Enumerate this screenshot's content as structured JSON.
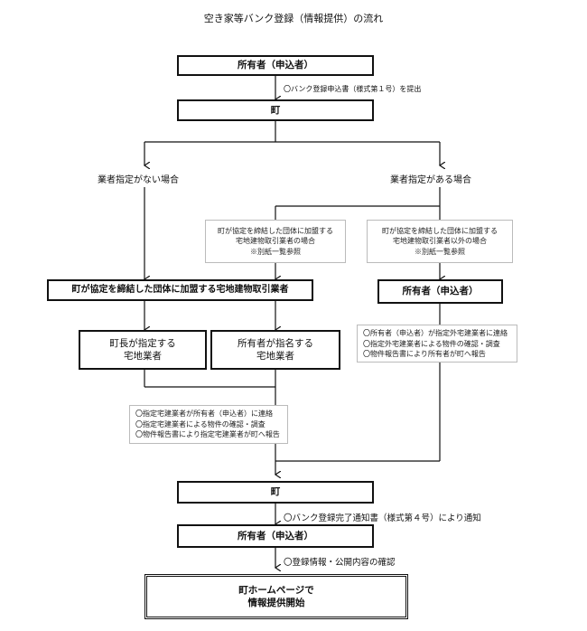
{
  "title": "空き家等バンク登録（情報提供）の流れ",
  "boxes": {
    "owner_top": "所有者（申込者）",
    "town_top": "町",
    "association_agent": "町が協定を締結した団体に加盟する宅地建物取引業者",
    "owner_right": "所有者（申込者）",
    "mayor_designated": "町長が指定する\n宅地業者",
    "owner_designated": "所有者が指名する\n宅地業者",
    "town_bottom": "町",
    "owner_bottom": "所有者（申込者）",
    "homepage": "町ホームページで\n情報提供開始"
  },
  "labels": {
    "submit_form": "〇バンク登録申込書（様式第１号）を提出",
    "no_designation": "業者指定がない場合",
    "has_designation": "業者指定がある場合",
    "completion_notice": "〇バンク登録完了通知書（様式第４号）により通知",
    "confirm_info": "〇登録情報・公開内容の確認"
  },
  "notes": {
    "member_case": "町が協定を締結した団体に加盟する\n宅地建物取引業者の場合\n※別紙一覧参照",
    "nonmember_case": "町が協定を締結した団体に加盟する\n宅地建物取引業者以外の場合\n※別紙一覧参照",
    "right_steps": "〇所有者（申込者）が指定外宅建業者に連絡\n〇指定外宅建業者による物件の確認・調査\n〇物件報告書により所有者が町へ報告",
    "left_steps": "〇指定宅建業者が所有者（申込者）に連絡\n〇指定宅建業者による物件の確認・調査\n〇物件報告書により指定宅建業者が町へ報告"
  }
}
